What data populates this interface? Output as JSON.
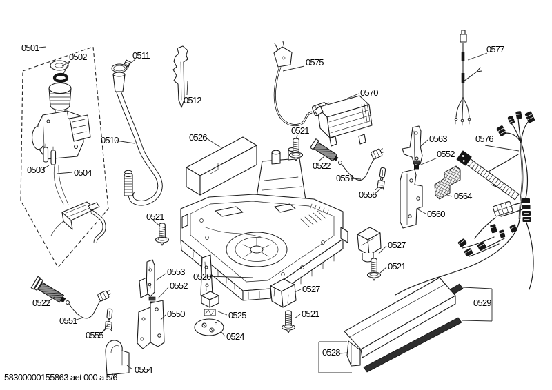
{
  "page": {
    "background": "#ffffff",
    "line_color": "#1a1a1a",
    "accent_dark": "#2e2e2e"
  },
  "footer": {
    "doc_code": "58300000155863 aet 000 a 5/6"
  },
  "labels": [
    {
      "id": "0501",
      "text": "0501"
    },
    {
      "id": "0502",
      "text": "0502"
    },
    {
      "id": "0511",
      "text": "0511"
    },
    {
      "id": "0512",
      "text": "0512"
    },
    {
      "id": "0510",
      "text": "0510"
    },
    {
      "id": "0503",
      "text": "0503"
    },
    {
      "id": "0504",
      "text": "0504"
    },
    {
      "id": "0526",
      "text": "0526"
    },
    {
      "id": "0575",
      "text": "0575"
    },
    {
      "id": "0570",
      "text": "0570"
    },
    {
      "id": "0577",
      "text": "0577"
    },
    {
      "id": "0521-a",
      "text": "0521"
    },
    {
      "id": "0522-a",
      "text": "0522"
    },
    {
      "id": "0551-a",
      "text": "0551"
    },
    {
      "id": "0555-a",
      "text": "0555"
    },
    {
      "id": "0563",
      "text": "0563"
    },
    {
      "id": "0552-a",
      "text": "0552"
    },
    {
      "id": "0576",
      "text": "0576"
    },
    {
      "id": "0564",
      "text": "0564"
    },
    {
      "id": "0560",
      "text": "0560"
    },
    {
      "id": "0521-b",
      "text": "0521"
    },
    {
      "id": "0553",
      "text": "0553"
    },
    {
      "id": "0552-b",
      "text": "0552"
    },
    {
      "id": "0520",
      "text": "0520"
    },
    {
      "id": "0527-a",
      "text": "0527"
    },
    {
      "id": "0521-c",
      "text": "0521"
    },
    {
      "id": "0550",
      "text": "0550"
    },
    {
      "id": "0527-b",
      "text": "0527"
    },
    {
      "id": "0521-d",
      "text": "0521"
    },
    {
      "id": "0525",
      "text": "0525"
    },
    {
      "id": "0524",
      "text": "0524"
    },
    {
      "id": "0522-b",
      "text": "0522"
    },
    {
      "id": "0551-b",
      "text": "0551"
    },
    {
      "id": "0555-b",
      "text": "0555"
    },
    {
      "id": "0529",
      "text": "0529"
    },
    {
      "id": "0528",
      "text": "0528"
    },
    {
      "id": "0554",
      "text": "0554"
    }
  ]
}
